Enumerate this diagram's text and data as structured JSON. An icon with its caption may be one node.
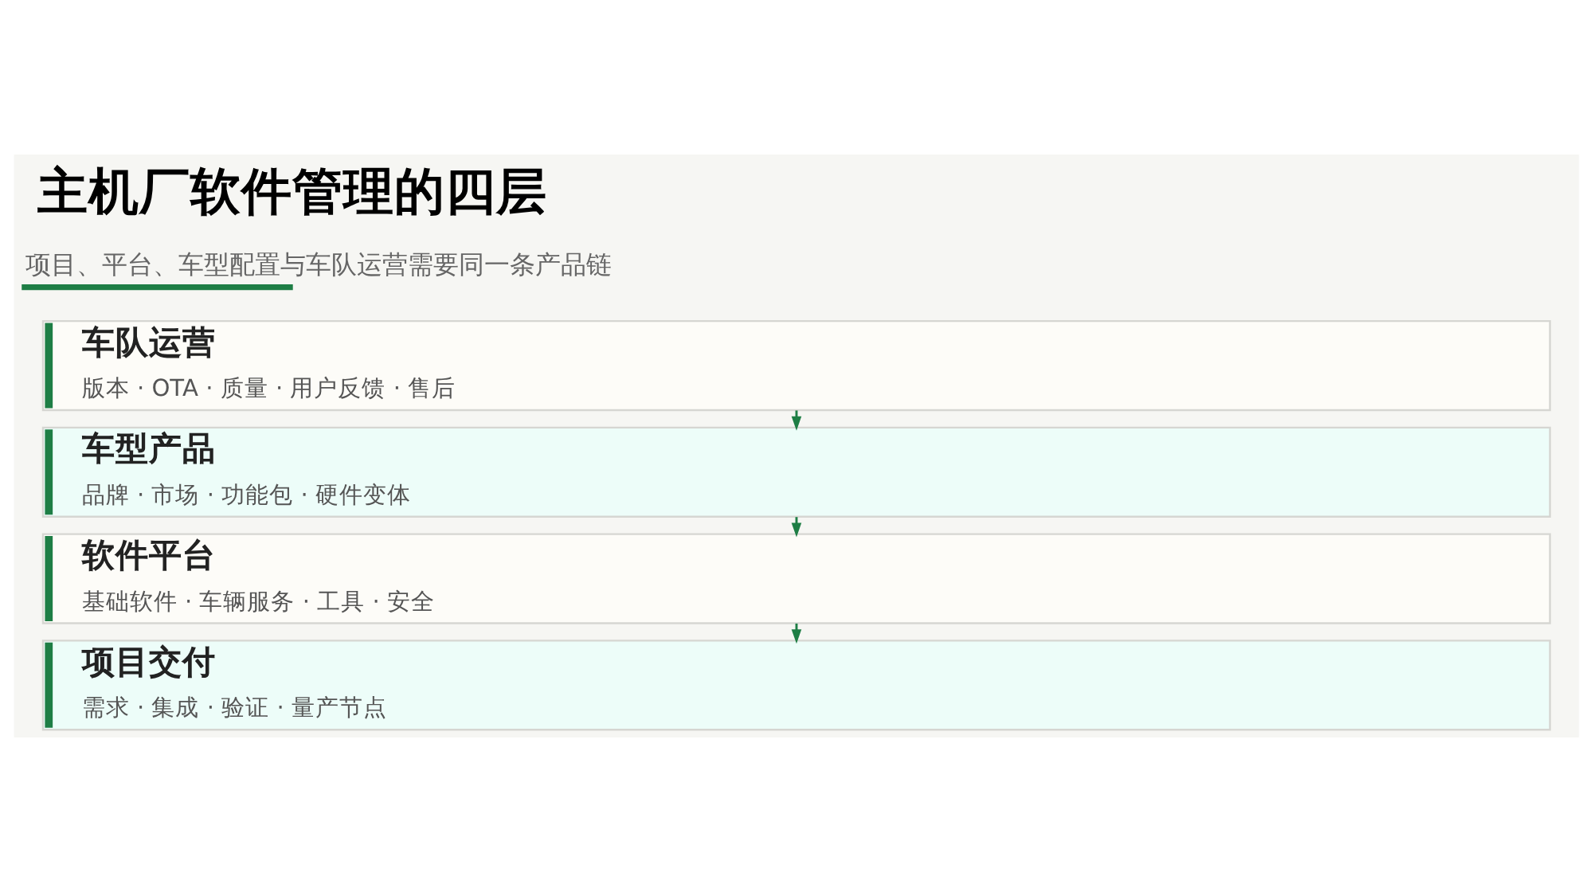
{
  "diagram": {
    "title": "主机厂软件管理的四层",
    "nodes": [
      {
        "text": [
          "车队运营",
          "版本 · OTA · 质量 · 用户反馈 · 售后"
        ]
      },
      {
        "text": [
          "车型产品",
          "品牌 · 市场 · 功能包 · 硬件变体"
        ]
      },
      {
        "text": [
          "软件平台",
          "基础软件 · 车辆服务 · 工具 · 安全"
        ]
      },
      {
        "text": [
          "项目交付",
          "需求 · 集成 · 验证 · 量产节点"
        ]
      }
    ],
    "edges": [
      {
        "from": 0,
        "to": 1,
        "arrow": "to"
      },
      {
        "from": 1,
        "to": 2,
        "arrow": "to"
      },
      {
        "from": 2,
        "to": 3,
        "arrow": "to"
      }
    ],
    "labels": [
      "项目、平台、车型配置与车队运营需要同一条产品链"
    ]
  }
}
